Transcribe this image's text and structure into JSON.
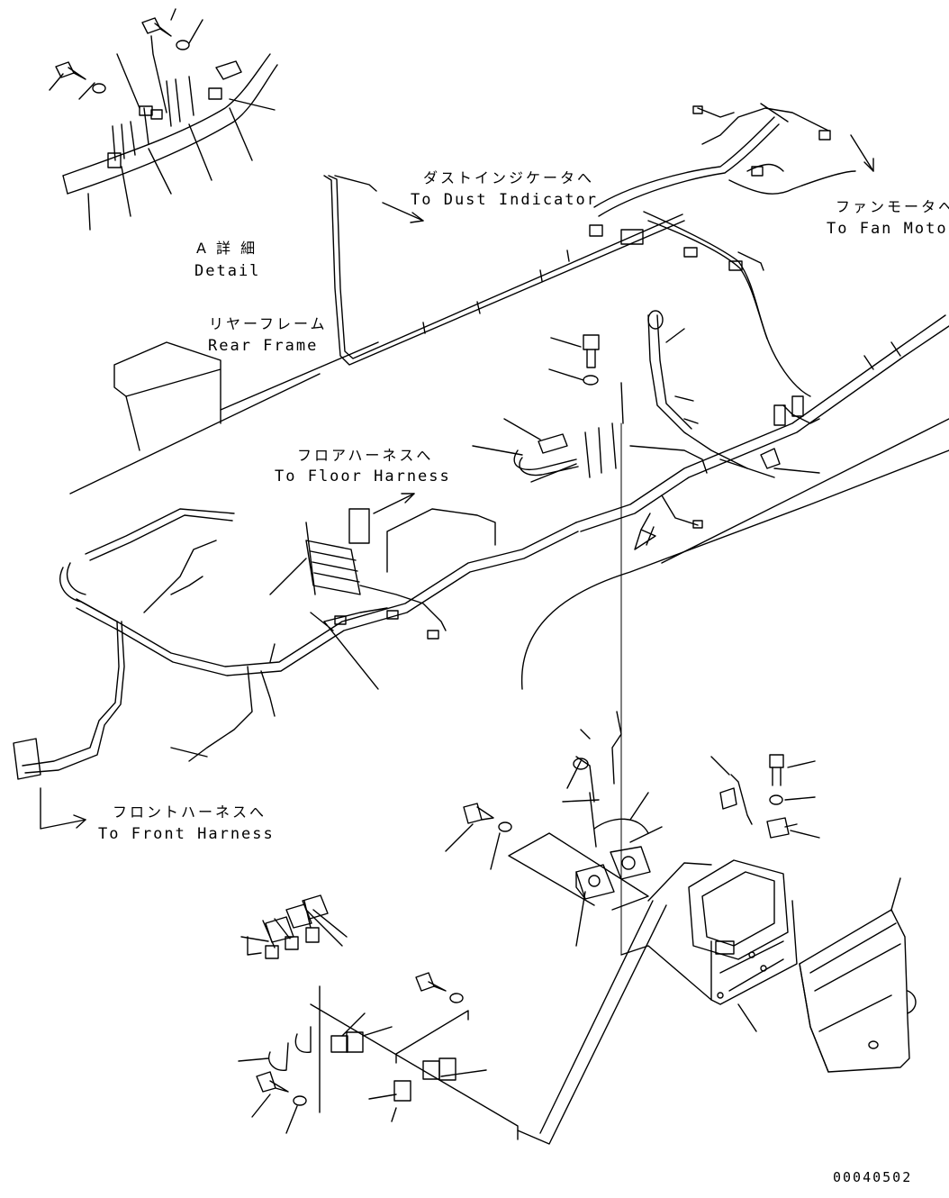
{
  "labels": {
    "detail_a_jp": "A 詳 細",
    "detail_a_en": "Detail",
    "dust_indicator_jp": "ダストインジケータへ",
    "dust_indicator_en": "To Dust Indicator",
    "fan_motor_jp": "ファンモータへ",
    "fan_motor_en": "To Fan Motor",
    "rear_frame_jp": "リヤーフレーム",
    "rear_frame_en": "Rear Frame",
    "floor_harness_jp": "フロアハーネスへ",
    "floor_harness_en": "To Floor Harness",
    "front_harness_jp": "フロントハーネスへ",
    "front_harness_en": "To Front Harness",
    "drawing_number": "00040502"
  }
}
